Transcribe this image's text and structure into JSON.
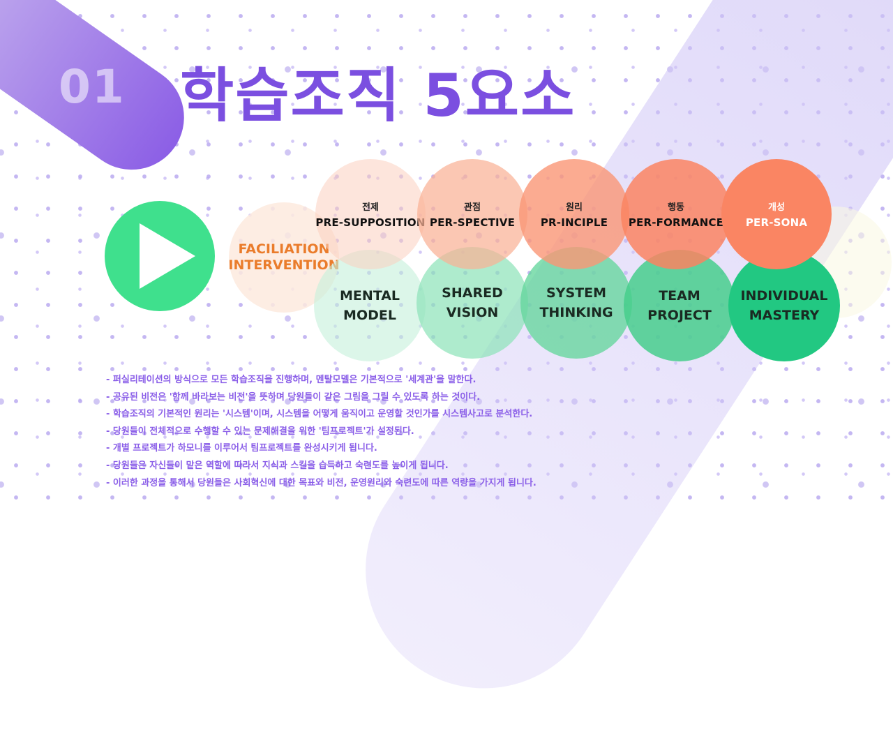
{
  "slide": {
    "number": "01",
    "title": "학습조직 5요소"
  },
  "colors": {
    "accent_purple": "#7b4fe0",
    "play_green": "#3fe08d",
    "orange_text": "#ea7c2b",
    "coral": "#fa8563",
    "green": "#22c882"
  },
  "play_icon": "play-triangle-icon",
  "facilitation": {
    "line1": "FACILIATION",
    "line2": "INTERVENTION"
  },
  "top_circles": [
    {
      "ko": "전제",
      "en": "PRE-SUPPOSITION"
    },
    {
      "ko": "관점",
      "en": "PER-SPECTIVE"
    },
    {
      "ko": "원리",
      "en": "PR-INCIPLE"
    },
    {
      "ko": "행동",
      "en": "PER-FORMANCE"
    },
    {
      "ko": "개성",
      "en": "PER-SONA"
    }
  ],
  "bottom_circles": [
    {
      "line1": "MENTAL",
      "line2": "MODEL"
    },
    {
      "line1": "SHARED",
      "line2": "VISION"
    },
    {
      "line1": "SYSTEM",
      "line2": "THINKING"
    },
    {
      "line1": "TEAM",
      "line2": "PROJECT"
    },
    {
      "line1": "INDIVIDUAL",
      "line2": "MASTERY"
    }
  ],
  "notes": [
    "- 퍼실리테이션의 방식으로 모든 학습조직을 진행하며, 멘탈모델은 기본적으로 '세계관'을 말한다.",
    "- 공유된 비전은 '함께 바라보는 비전'을 뜻하며 당원들이 같은 그림을 그릴 수 있도록 하는 것이다.",
    "- 학습조직의 기본적인 원리는 '시스템'이며, 시스템을 어떻게 움직이고 운영할 것인가를 시스템사고로 분석한다.",
    "- 당원들이 전체적으로 수행할 수 있는 문제해결을 위한 '팀프로젝트'가 설정된다.",
    "- 개별 프로젝트가 하모니를 이루어서 팀프로젝트를 완성시키게 됩니다.",
    "- 당원들은 자신들이 맡은 역할에 따라서 지식과 스킬을 습득하고 숙련도를 높이게 됩니다.",
    "- 이러한 과정을 통해서 당원들은 사회혁신에 대한 목표와 비전, 운영원리와 숙련도에 따른 역량을 가지게 됩니다."
  ]
}
